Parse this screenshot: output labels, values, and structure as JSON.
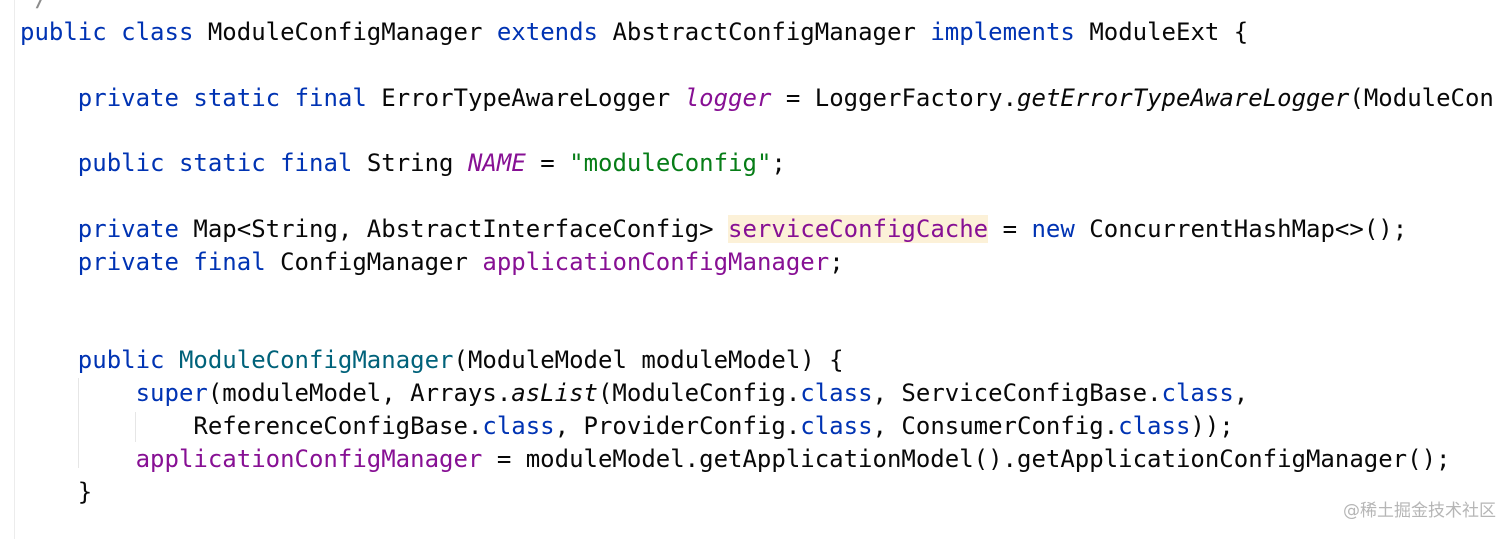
{
  "editor": {
    "top_fragment": "*/",
    "lines": {
      "l1": {
        "t1": "public",
        "t2": "class",
        "t3": "ModuleConfigManager",
        "t4": "extends",
        "t5": "AbstractConfigManager",
        "t6": "implements",
        "t7": "ModuleExt {"
      },
      "l2": {
        "t1": "private",
        "t2": "static",
        "t3": "final",
        "t4": "ErrorTypeAwareLogger",
        "t5": "logger",
        "t6": "= LoggerFactory.",
        "t7": "getErrorTypeAwareLogger",
        "t8": "(ModuleCon"
      },
      "l3": {
        "t1": "public",
        "t2": "static",
        "t3": "final",
        "t4": "String",
        "t5": "NAME",
        "t6": "=",
        "t7": "\"moduleConfig\"",
        "t8": ";"
      },
      "l4": {
        "t1": "private",
        "t2": "Map<String, AbstractInterfaceConfig>",
        "t3": "serviceConfigCache",
        "t4": "=",
        "t5": "new",
        "t6": "ConcurrentHashMap<>();"
      },
      "l5": {
        "t1": "private",
        "t2": "final",
        "t3": "ConfigManager",
        "t4": "applicationConfigManager",
        "t5": ";"
      },
      "l6": {
        "t1": "public",
        "t2": "ModuleConfigManager",
        "t3": "(ModuleModel moduleModel) {"
      },
      "l7": {
        "t1": "super",
        "t2": "(moduleModel, Arrays.",
        "t3": "asList",
        "t4": "(ModuleConfig.",
        "t5": "class",
        "t6": ", ServiceConfigBase.",
        "t7": "class",
        "t8": ","
      },
      "l8": {
        "t1": "ReferenceConfigBase.",
        "t2": "class",
        "t3": ", ProviderConfig.",
        "t4": "class",
        "t5": ", ConsumerConfig.",
        "t6": "class",
        "t7": "));"
      },
      "l9": {
        "t1": "applicationConfigManager",
        "t2": "= moduleModel.getApplicationModel().getApplicationConfigManager();"
      },
      "l10": {
        "t1": "}"
      }
    }
  },
  "watermark": "@稀土掘金技术社区"
}
